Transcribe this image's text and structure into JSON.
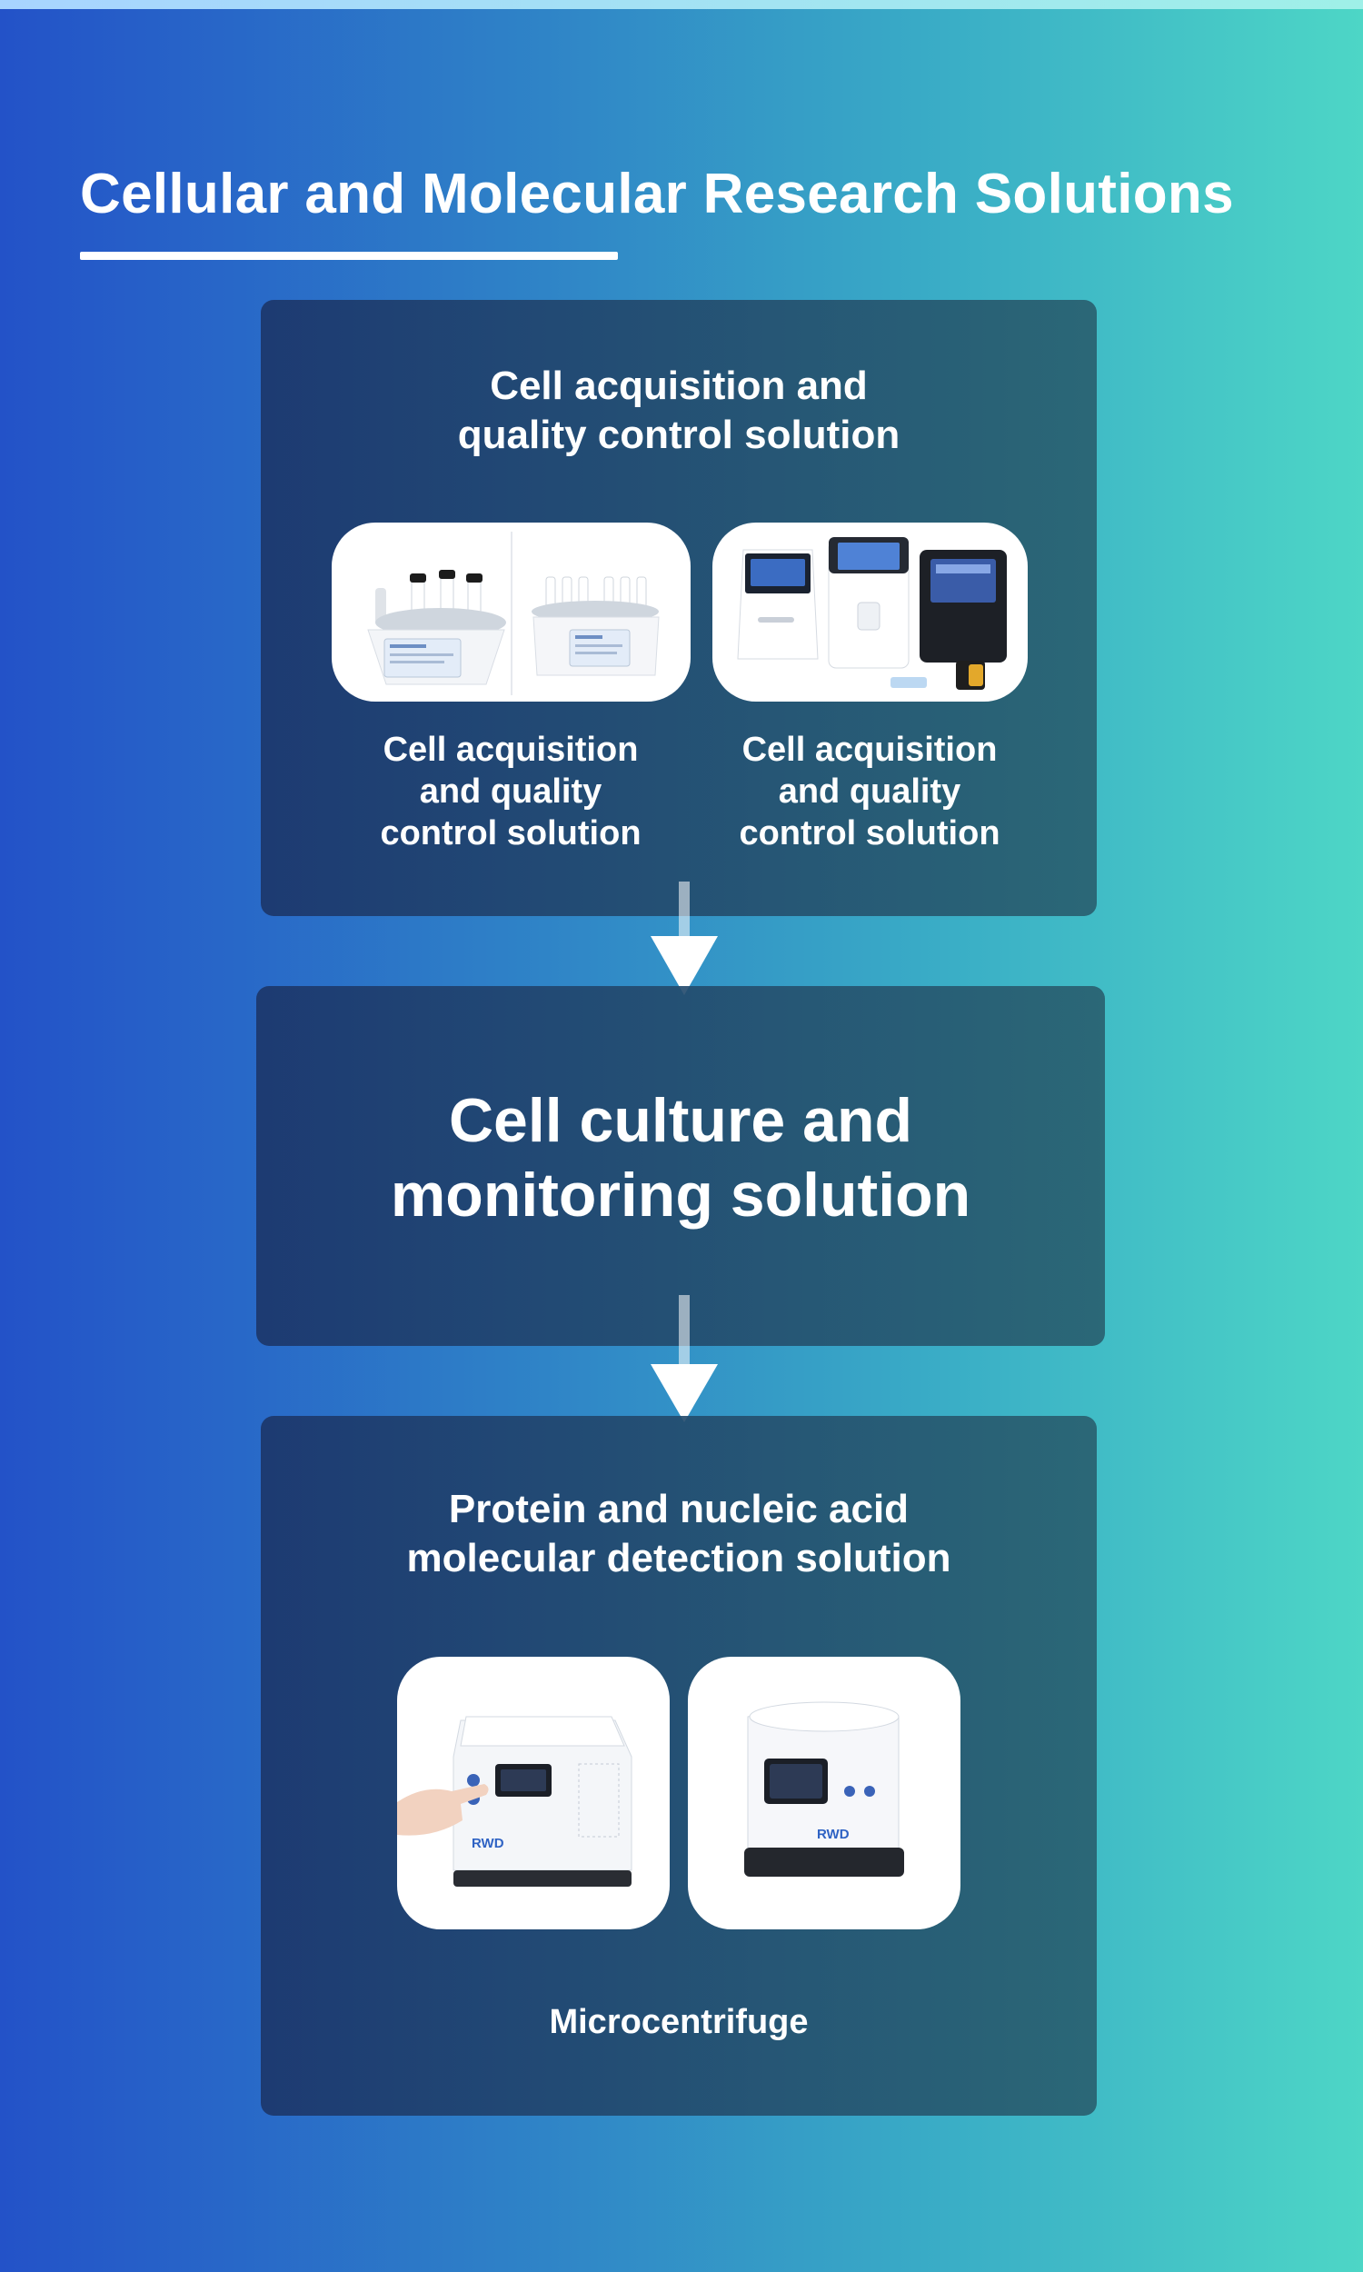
{
  "header": {
    "title": "Cellular and Molecular Research Solutions"
  },
  "card_acquisition": {
    "title": "Cell acquisition and\nquality control solution",
    "items": [
      {
        "caption": "Cell acquisition\nand quality\ncontrol solution"
      },
      {
        "caption": "Cell acquisition\nand quality\ncontrol solution"
      }
    ]
  },
  "card_culture": {
    "title": "Cell culture and\nmonitoring solution"
  },
  "card_detection": {
    "title": "Protein and nucleic acid\nmolecular detection solution",
    "caption": "Microcentrifuge"
  },
  "logos": {
    "brand": "RWD"
  },
  "icons": [
    "down-arrow-icon"
  ],
  "colors": {
    "background_left": "#2352c8",
    "background_right": "#4dd6c6",
    "card": "#1c376c",
    "text": "#ffffff"
  }
}
